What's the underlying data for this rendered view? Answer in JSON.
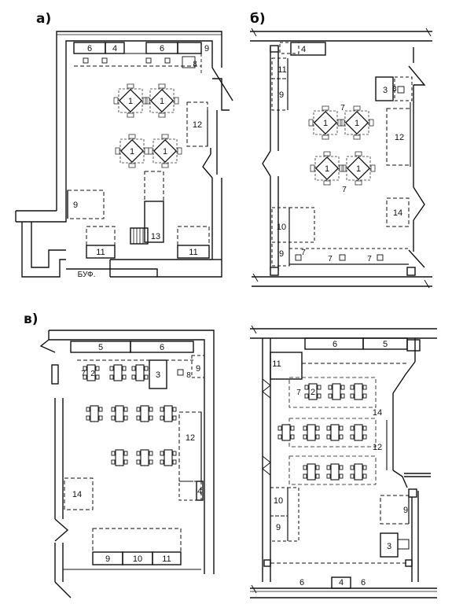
{
  "panels": {
    "a": {
      "label": "а)",
      "nums": [
        "6",
        "4",
        "6",
        "9",
        "8",
        "1",
        "1",
        "1",
        "1",
        "12",
        "9",
        "13",
        "11",
        "11"
      ],
      "buffet": "БУФ."
    },
    "b": {
      "label": "б)",
      "nums": [
        "4",
        "11",
        "9",
        "3",
        "8",
        "7",
        "1",
        "1",
        "12",
        "1",
        "1",
        "7",
        "14",
        "10",
        "9",
        "7",
        "7",
        "7"
      ]
    },
    "v": {
      "label": "в)",
      "nums": [
        "5",
        "6",
        "7",
        "2",
        "3",
        "8",
        "9",
        "12",
        "4",
        "14",
        "9",
        "10",
        "11"
      ]
    },
    "g": {
      "nums": [
        "6",
        "5",
        "11",
        "7",
        "2",
        "14",
        "12",
        "10",
        "9",
        "9",
        "3",
        "6",
        "4",
        "6"
      ]
    }
  }
}
